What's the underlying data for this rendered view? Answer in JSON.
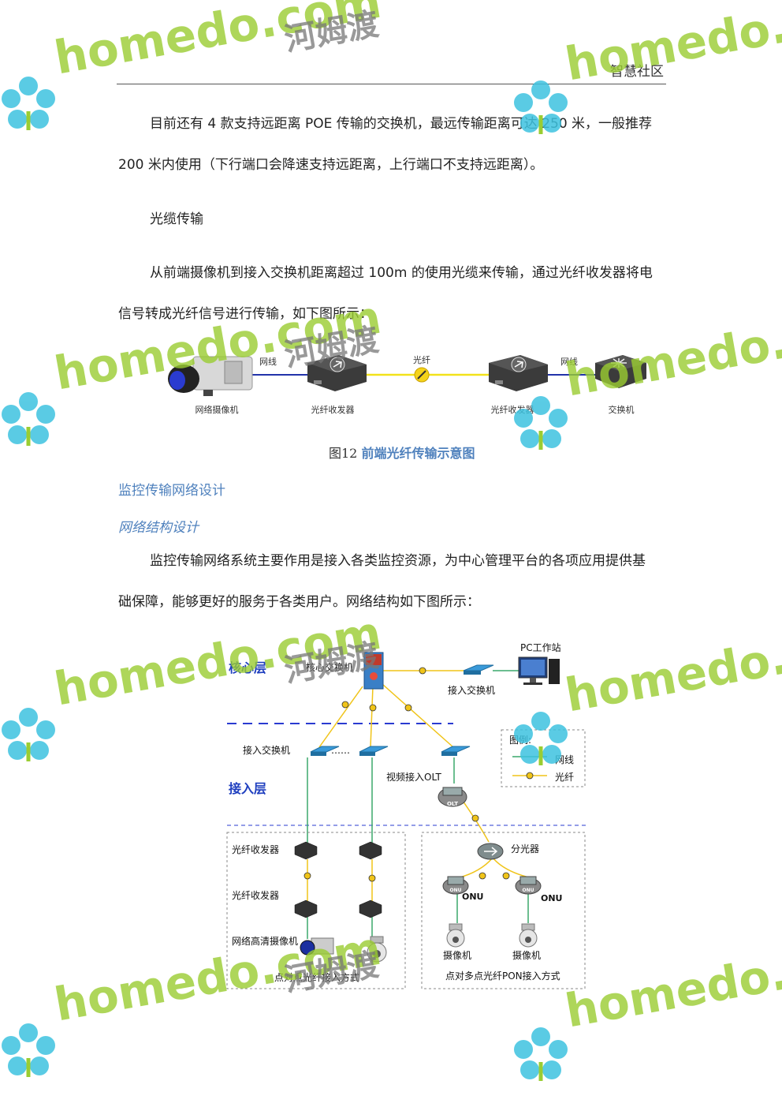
{
  "header": {
    "title": "智慧社区"
  },
  "paragraphs": {
    "p1_line1": "目前还有 4 款支持远距离 POE 传输的交换机，最远传输距离可达 250 米，一般推荐",
    "p1_line2": "200 米内使用（下行端口会降速支持远距离，上行端口不支持远距离）。",
    "p2": "光缆传输",
    "p3_line1": "从前端摄像机到接入交换机距离超过 100m 的使用光缆来传输，通过光纤收发器将电",
    "p3_line2": "信号转成光纤信号进行传输，如下图所示：",
    "p4_line1": "监控传输网络系统主要作用是接入各类监控资源，为中心管理平台的各项应用提供基",
    "p4_line2": "础保障，能够更好的服务于各类用户。网络结构如下图所示："
  },
  "headings": {
    "h1": "监控传输网络设计",
    "h2": "网络结构设计"
  },
  "figure1": {
    "caption_prefix": "图12",
    "caption_title": "前端光纤传输示意图",
    "labels": {
      "camera": "网络摄像机",
      "transceiver_left": "光纤收发器",
      "transceiver_right": "光纤收发器",
      "switch": "交换机",
      "wire_left": "网线",
      "fiber": "光纤",
      "wire_right": "网线"
    }
  },
  "figure2": {
    "core_layer": "核心层",
    "access_layer": "接入层",
    "core_switch": "核心交换机",
    "pc_station": "PC工作站",
    "access_switch_top": "接入交换机",
    "access_switch_left": "接入交换机",
    "dots": "……",
    "video_olt": "视频接入OLT",
    "olt_badge": "OLT",
    "legend_title": "图例:",
    "legend_wire": "网线",
    "legend_fiber": "光纤",
    "transceiver_1": "光纤收发器",
    "transceiver_2": "光纤收发器",
    "hd_camera": "网络高清摄像机",
    "p2p_caption": "点对点光纤接入方式",
    "splitter": "分光器",
    "onu_badge": "ONU",
    "onu_1": "ONU",
    "onu_2": "ONU",
    "camera_1": "摄像机",
    "camera_2": "摄像机",
    "pon_caption": "点对多点光纤PON接入方式"
  },
  "watermark": {
    "site": "homedo.com",
    "cn": "河姆渡"
  },
  "colors": {
    "heading_blue": "#4f81bd",
    "layer_blue": "#1f3fbf",
    "wire_green": "#3aa86b",
    "fiber_yellow": "#f0c419",
    "wm_green": "#9acd32",
    "wm_flower": "#3ec3e0"
  }
}
